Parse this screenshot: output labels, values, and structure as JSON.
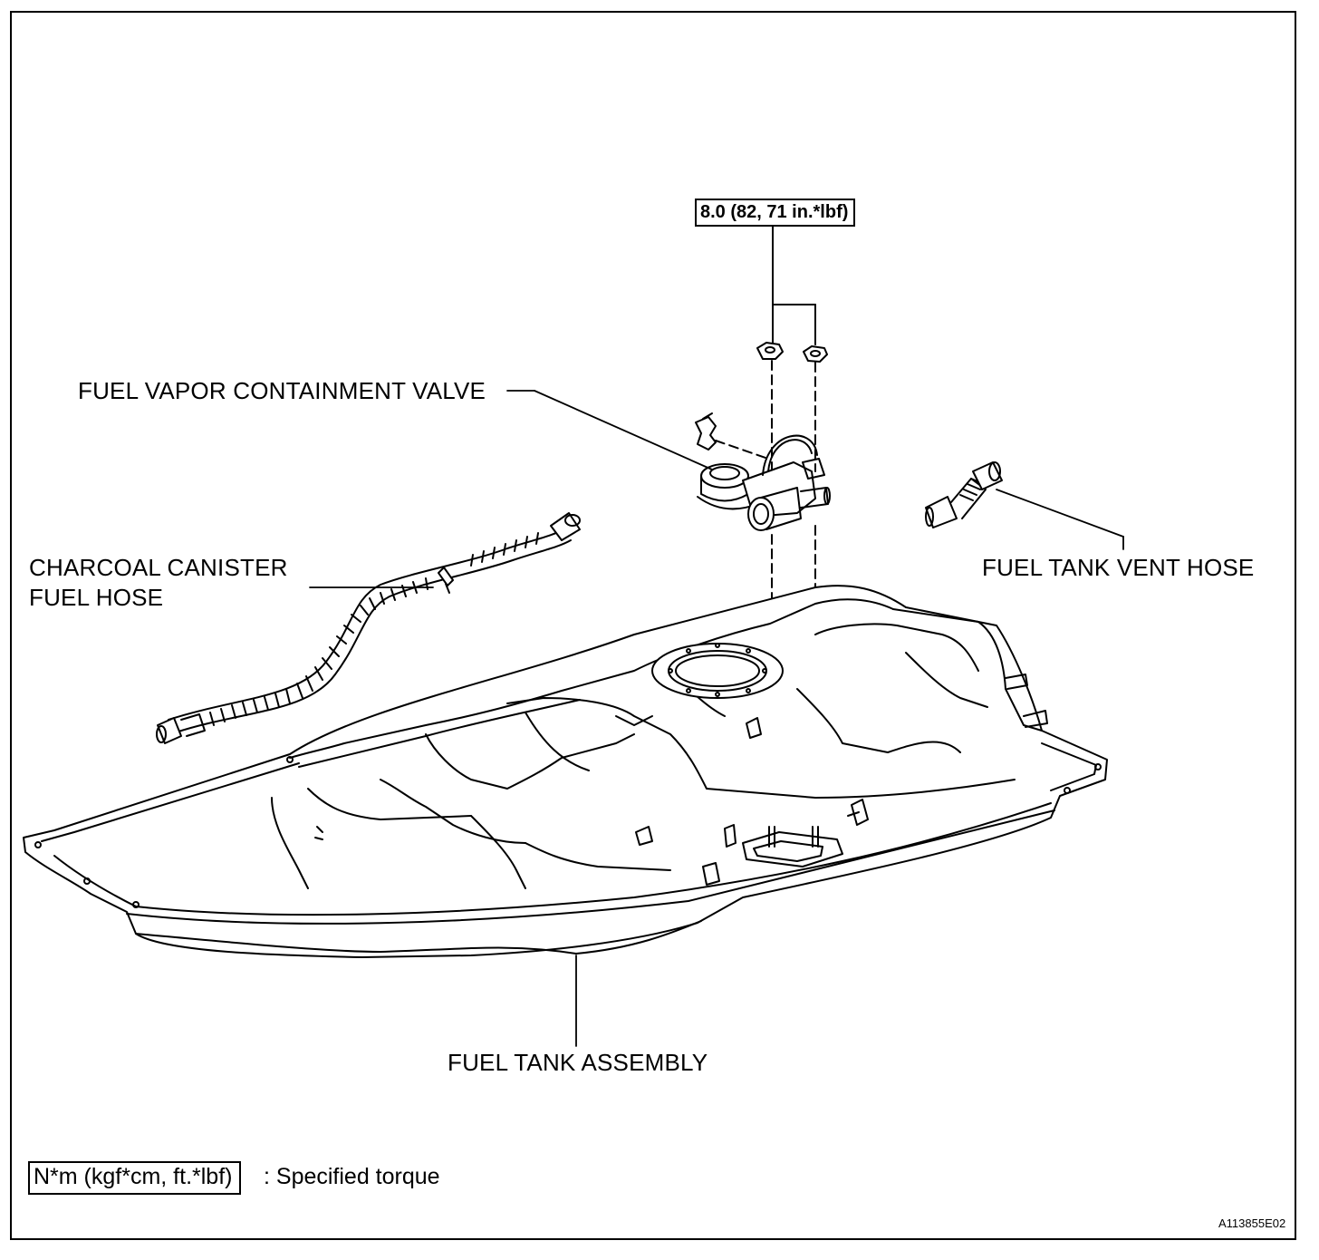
{
  "labels": {
    "torque_value": "8.0 (82, 71 in.*lbf)",
    "fuel_vapor_valve": "FUEL VAPOR CONTAINMENT VALVE",
    "charcoal_hose_line1": "CHARCOAL CANISTER",
    "charcoal_hose_line2": "FUEL HOSE",
    "fuel_tank_vent_hose": "FUEL TANK VENT HOSE",
    "fuel_tank_assembly": "FUEL TANK ASSEMBLY"
  },
  "legend": {
    "unit_box": "N*m (kgf*cm, ft.*lbf)",
    "description": ": Specified torque"
  },
  "figure_id": "A113855E02"
}
